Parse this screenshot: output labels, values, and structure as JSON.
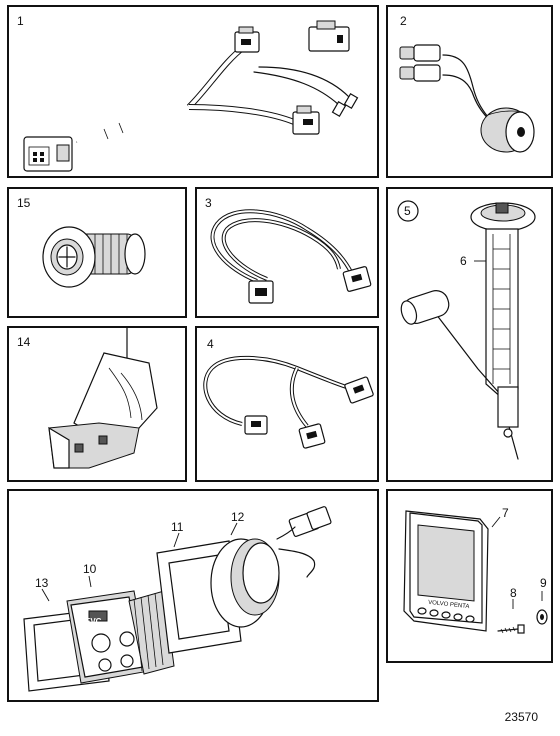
{
  "panels": {
    "p1": {
      "label": "1"
    },
    "p2": {
      "label": "2"
    },
    "p15": {
      "label": "15"
    },
    "p3": {
      "label": "3"
    },
    "p5": {
      "label": "5",
      "label6": "6"
    },
    "p14": {
      "label": "14"
    },
    "p4": {
      "label": "4"
    },
    "p_bottom": {
      "labels": [
        "10",
        "11",
        "12",
        "13"
      ],
      "evc_text": "EVC"
    },
    "p7": {
      "labels": [
        "7",
        "8",
        "9"
      ],
      "brand_text": "VOLVO PENTA"
    }
  },
  "figure_number": "23570"
}
